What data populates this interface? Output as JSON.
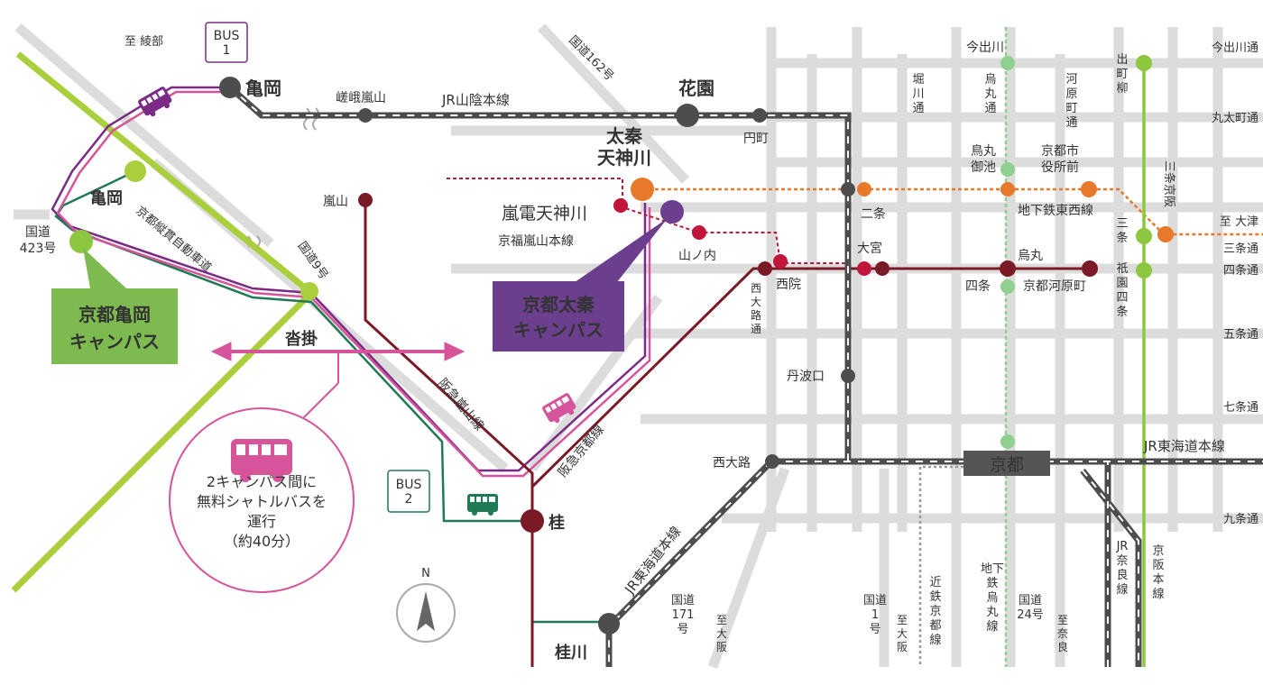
{
  "colors": {
    "road": "#dcdcdc",
    "jr": "#4d4d4d",
    "hankyu": "#7a1a26",
    "keifuku": "#c0163a",
    "tozai": "#e8782a",
    "karasuma": "#8fcf8f",
    "keihan": "#8dc63f",
    "kintetsu": "#9a9a9a",
    "expressway": "#a9cf3c",
    "shuttle": "#d6559a",
    "bus1": "#7b2b86",
    "bus2": "#1f7a55",
    "campus_green": "#7dba4f",
    "campus_purple": "#6b3f8e"
  },
  "icons": {
    "north_arrow": "north-arrow-icon",
    "bus": "bus-icon"
  },
  "roads": {
    "r423": "国道\n423号",
    "r9": "国道9号",
    "r162": "国道162号",
    "r171": "国道\n171\n号",
    "r1": "国道\n1\n号",
    "r24": "国道\n24号",
    "horikawa": "堀\n川\n通",
    "karasuma": "烏\n丸\n通",
    "kawaramachi": "河\n原\n町\n通",
    "nishioji": "西\n大\n路\n通",
    "imadegawa": "今出川通",
    "marutamachi": "丸太町通",
    "sanjo": "三条通",
    "shijo": "四条通",
    "gojo": "五条通",
    "shichijo": "七条通",
    "kujo": "九条通"
  },
  "destinations": {
    "ayabe": "至 綾部",
    "otsu": "至 大津",
    "osaka1": "至\n大\n阪",
    "osaka2": "至\n大\n阪",
    "nara": "至\n奈\n良"
  },
  "lines": {
    "jr_sanin": "JR山陰本線",
    "jr_tokaido_e": "JR東海道本線",
    "jr_tokaido_w": "JR東海道本線",
    "jr_nara": "JR\n奈\n良\n線",
    "hankyu_arashiyama": "阪急嵐山線",
    "hankyu_kyoto": "阪急京都線",
    "keifuku": "京福嵐山本線",
    "tozai": "地下鉄東西線",
    "karasuma": "地下\n鉄\n烏\n丸\n線",
    "keihan": "京\n阪\n本\n線",
    "kintetsu": "近\n鉄\n京\n都\n線",
    "expressway": "京都縦貫自動車道"
  },
  "stations": {
    "kameoka_jr": "亀岡",
    "saga": "嵯峨嵐山",
    "hanazono": "花園",
    "emmachi": "円町",
    "uzumasa": "太秦\n天神川",
    "randen": "嵐電天神川",
    "yamanouchi": "山ノ内",
    "nijo": "二条",
    "omiya": "大宮",
    "saiin": "西院",
    "karasuma_st": "烏丸",
    "shijo_st": "四条",
    "kawaramachi_st": "京都河原町",
    "tambaguchi": "丹波口",
    "nishioji": "西大路",
    "kyoto": "京都",
    "katsura": "桂",
    "katsuragawa": "桂川",
    "arashiyama": "嵐山",
    "imadegawa_st": "今出川",
    "marutamachi_st": "鳥丸\n御池",
    "shiyakusho": "京都市\n役所前",
    "demachiyanagi": "出\n町\n柳",
    "sanjo_keihan": "三条京阪",
    "sanjo": "三\n条",
    "gion": "祇\n園\n四\n条",
    "kameoka_ic": "亀岡",
    "kutsukake": "沓掛"
  },
  "bus": {
    "bus1_label": "BUS\n1",
    "bus2_label": "BUS\n2"
  },
  "campuses": {
    "kameoka": "京都亀岡\nキャンパス",
    "uzumasa": "京都太秦\nキャンパス"
  },
  "shuttle": {
    "text": "2キャンパス間に\n無料シャトルバスを\n運行\n（約40分）"
  },
  "compass": {
    "n": "N"
  }
}
